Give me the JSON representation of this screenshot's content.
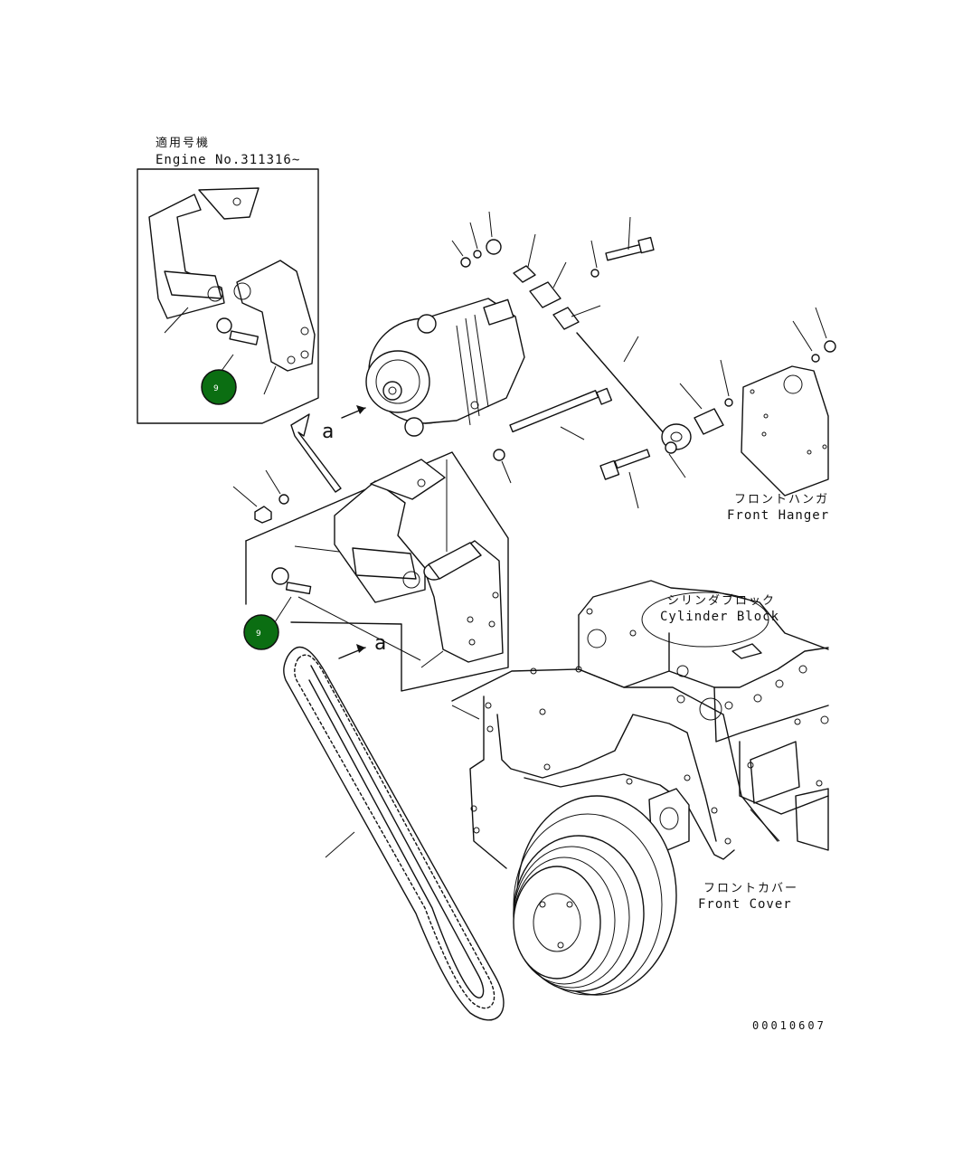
{
  "inset": {
    "applicability_jp": "適用号機",
    "engine_no": "Engine No.311316~"
  },
  "markers": [
    {
      "id": "inset",
      "label": "9",
      "color": "#0b6e12"
    },
    {
      "id": "main",
      "label": "9",
      "color": "#0b6e12"
    }
  ],
  "view_labels": {
    "a_upper": "a",
    "a_lower": "a"
  },
  "parts": {
    "front_hanger_jp": "フロントハンガ",
    "front_hanger": "Front Hanger",
    "cylinder_block_jp": "シリンダブロック",
    "cylinder_block": "Cylinder Block",
    "front_cover_jp": "フロントカバー",
    "front_cover": "Front Cover"
  },
  "drawing_code": "00010607"
}
